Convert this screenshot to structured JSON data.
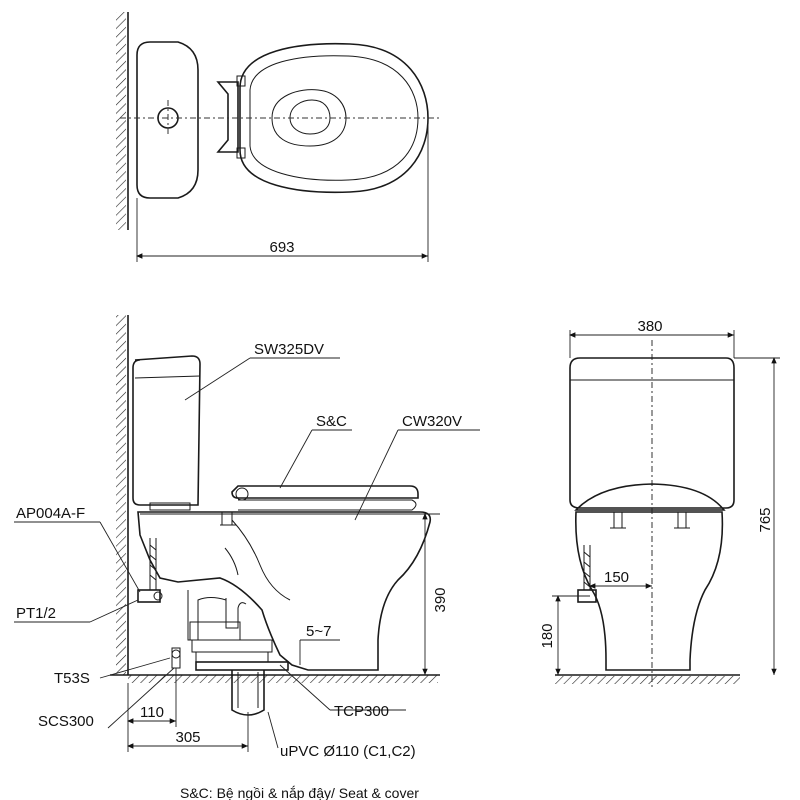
{
  "top_view": {
    "width_dim": "693"
  },
  "side_view": {
    "labels": {
      "tank": "SW325DV",
      "seat": "S&C",
      "bowl": "CW320V",
      "valve": "AP004A-F",
      "thread": "PT1/2",
      "hose": "T53S",
      "flange": "SCS300",
      "gap": "5~7",
      "outlet": "TCP300",
      "pipe": "uPVC Ø110 (C1,C2)"
    },
    "dims": {
      "height": "390",
      "offset": "110",
      "rough_in": "305"
    }
  },
  "front_view": {
    "dims": {
      "width": "380",
      "height": "765",
      "supply_offset": "150",
      "supply_height": "180"
    }
  },
  "caption": "S&C: Bệ ngồi & nắp đậy/ Seat & cover"
}
